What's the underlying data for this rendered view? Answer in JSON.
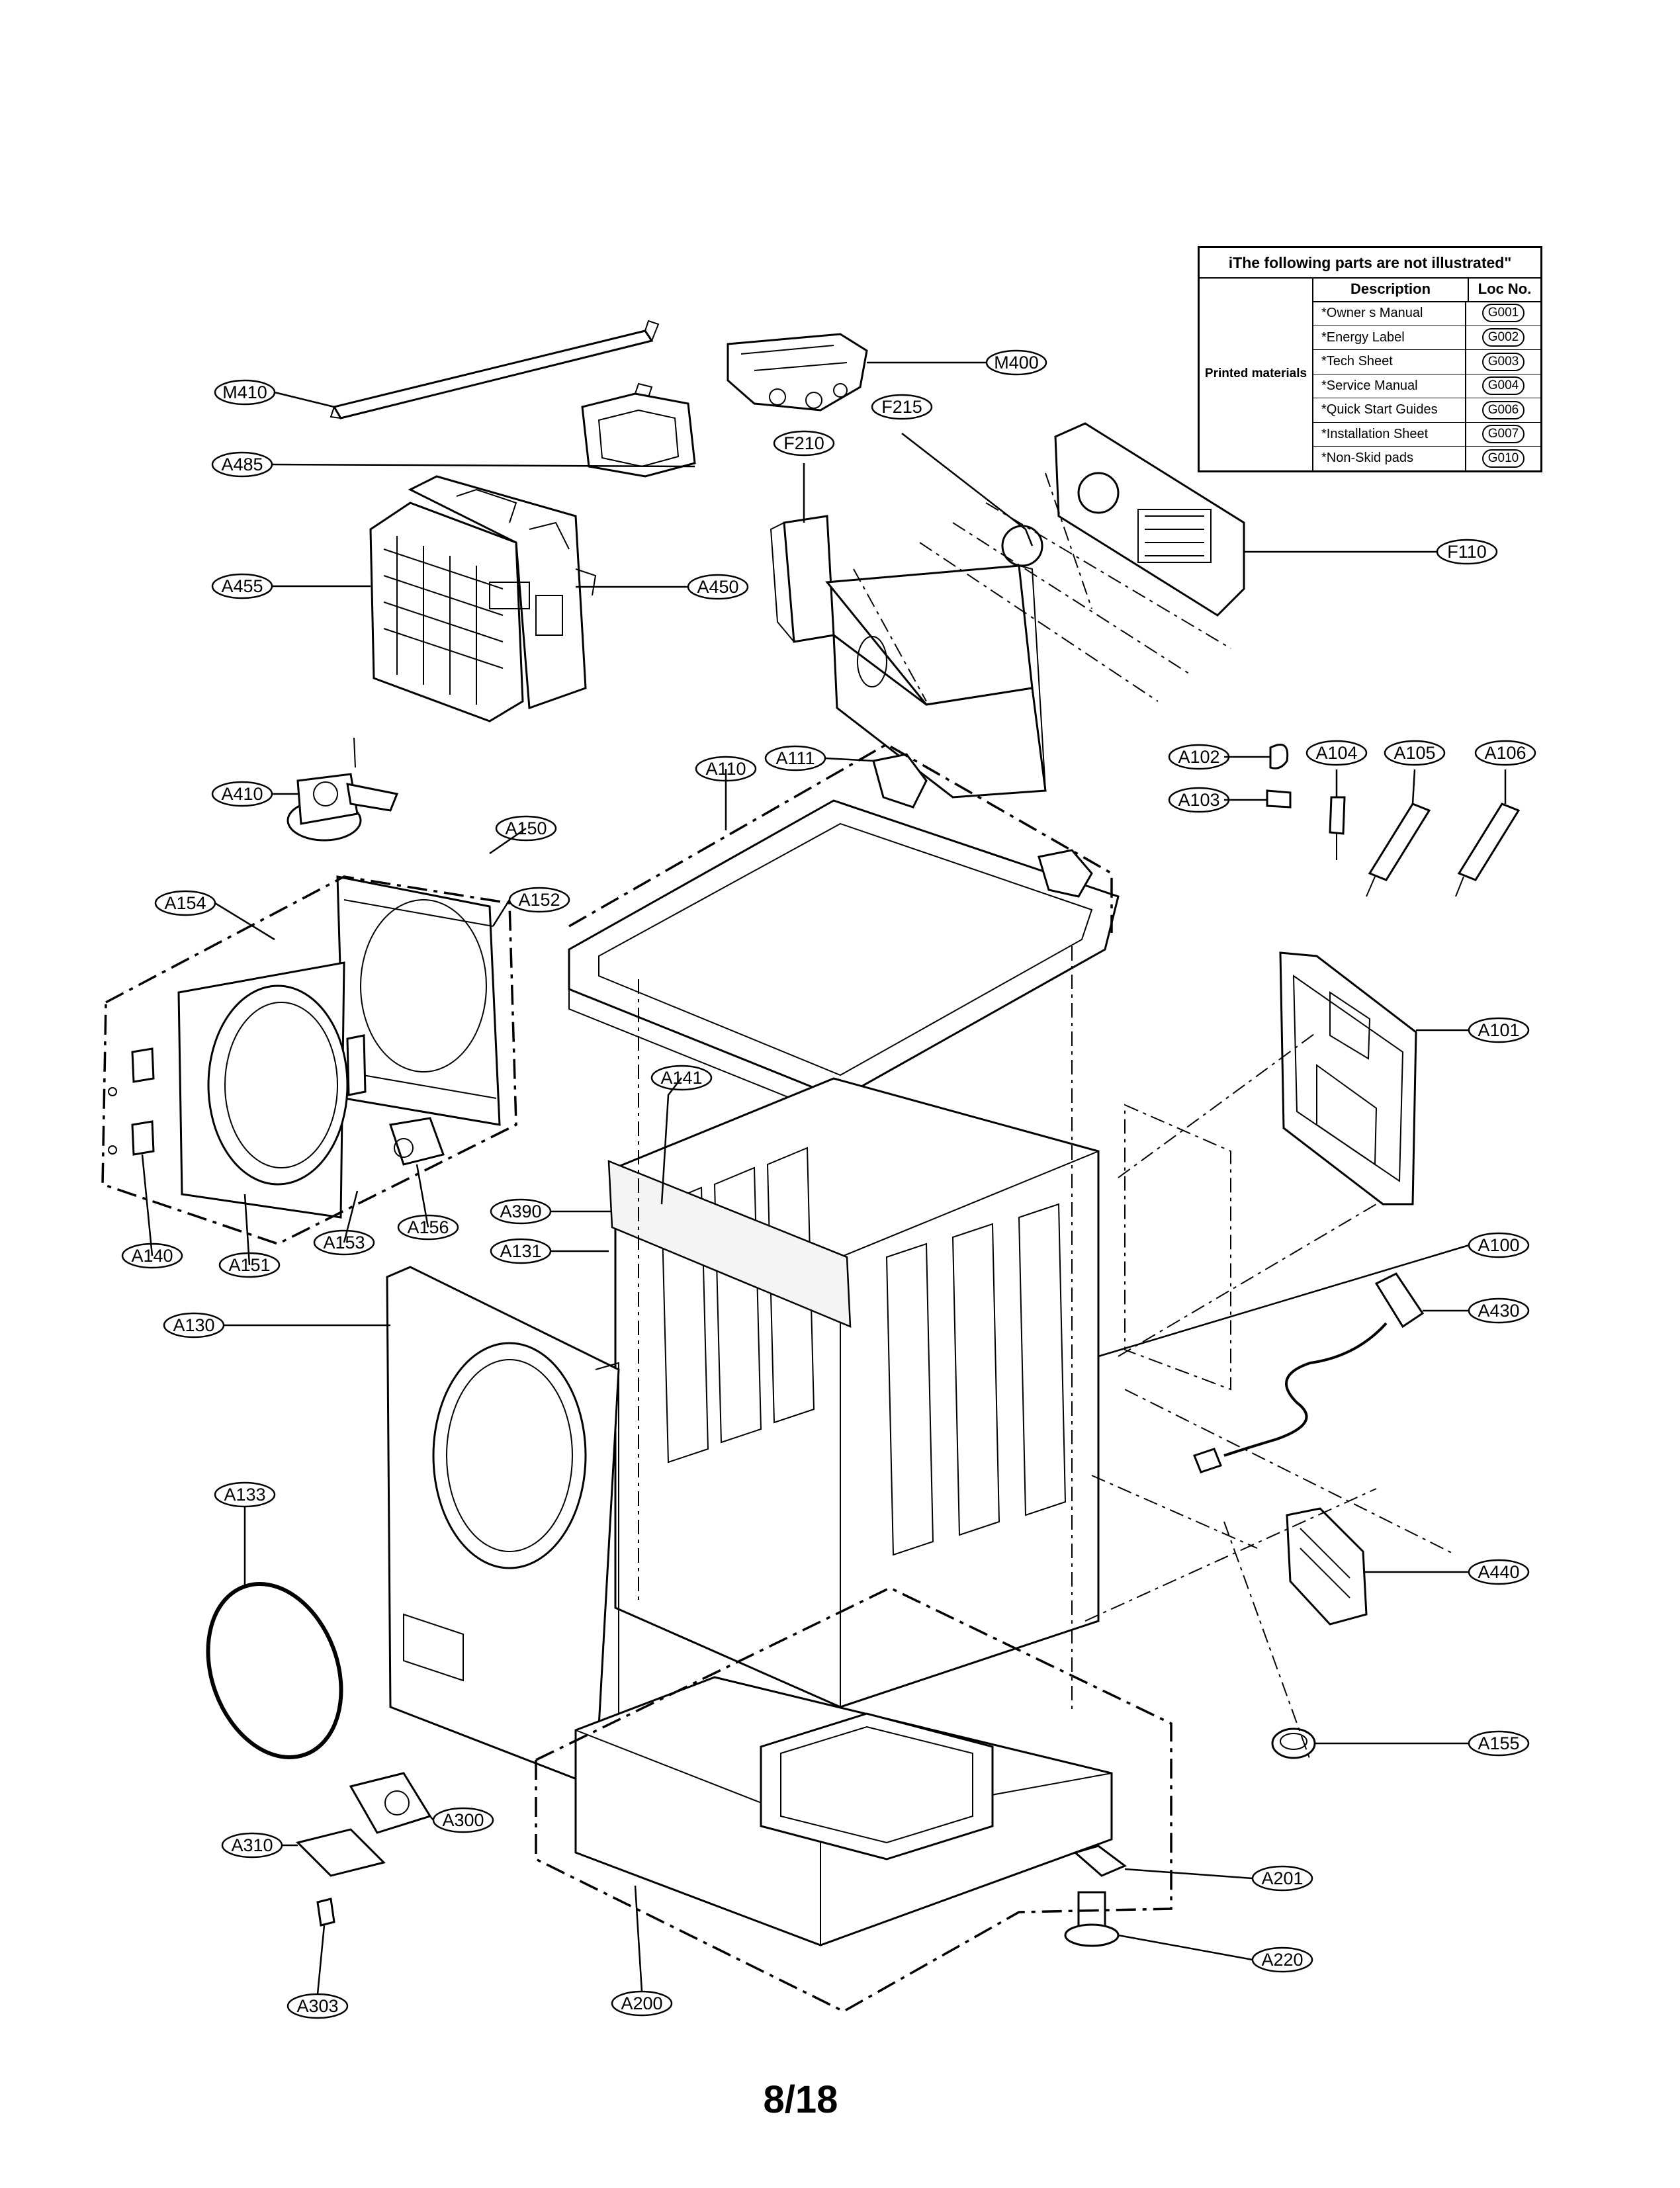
{
  "table": {
    "title": "iThe following parts are not illustrated\"",
    "col_description": "Description",
    "col_loc": "Loc No.",
    "group_label": "Printed materials",
    "rows": [
      {
        "desc": "*Owner s Manual",
        "loc": "G001"
      },
      {
        "desc": "*Energy Label",
        "loc": "G002"
      },
      {
        "desc": "*Tech Sheet",
        "loc": "G003"
      },
      {
        "desc": "*Service Manual",
        "loc": "G004"
      },
      {
        "desc": "*Quick Start Guides",
        "loc": "G006"
      },
      {
        "desc": "*Installation Sheet",
        "loc": "G007"
      },
      {
        "desc": "*Non-Skid pads",
        "loc": "G010"
      }
    ]
  },
  "callouts": {
    "M410": "M410",
    "M400": "M400",
    "A485": "A485",
    "F215": "F215",
    "F210": "F210",
    "A455": "A455",
    "A450": "A450",
    "F110": "F110",
    "A102": "A102",
    "A104": "A104",
    "A105": "A105",
    "A106": "A106",
    "A103": "A103",
    "A410": "A410",
    "A110": "A110",
    "A111": "A111",
    "A150": "A150",
    "A154": "A154",
    "A152": "A152",
    "A101": "A101",
    "A141": "A141",
    "A390": "A390",
    "A156": "A156",
    "A131": "A131",
    "A140": "A140",
    "A151": "A151",
    "A153": "A153",
    "A100": "A100",
    "A130": "A130",
    "A430": "A430",
    "A133": "A133",
    "A440": "A440",
    "A155": "A155",
    "A300": "A300",
    "A310": "A310",
    "A201": "A201",
    "A220": "A220",
    "A303": "A303",
    "A200": "A200"
  },
  "page_number": "8/18"
}
